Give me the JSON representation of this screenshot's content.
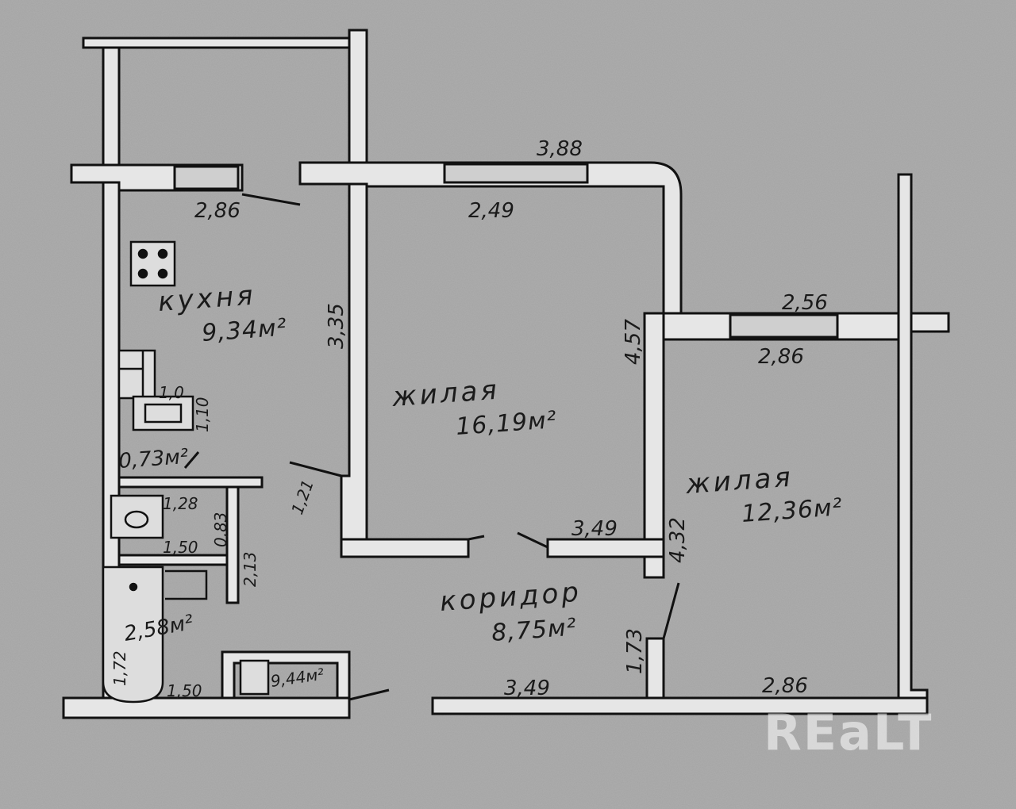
{
  "rooms": {
    "kitchen": {
      "name": "кухня",
      "area": "9,34м²"
    },
    "living1": {
      "name": "жилая",
      "area": "16,19м²"
    },
    "living2": {
      "name": "жилая",
      "area": "12,36м²"
    },
    "corridor": {
      "name": "коридор",
      "area": "8,75м²"
    },
    "toilet": {
      "area": "0,73м²"
    },
    "bathroom": {
      "area": "2,58м²"
    },
    "storage": {
      "area": "9,44м²"
    }
  },
  "dimensions": {
    "outer_top_mid": "3,88",
    "kitchen_top": "2,86",
    "living1_top": "2,49",
    "living2_outer_top": "2,56",
    "living2_inner_top": "2,86",
    "kitchen_side": "3,35",
    "living1_side": "4,57",
    "toilet_width": "1,0",
    "toilet_depth": "1,10",
    "door_gap": "1,21",
    "wc_width": "1,28",
    "wc_depth": "0,83",
    "wc_bottom": "1,50",
    "bath_right": "2,13",
    "corridor_top_right": "3,49",
    "corridor_right": "4,32",
    "corridor_left_lower": "1,73",
    "bath_width": "1,72",
    "bath_bottom": "1,50",
    "bottom_mid": "3,49",
    "bottom_right": "2,86"
  },
  "watermark": "REaLT"
}
